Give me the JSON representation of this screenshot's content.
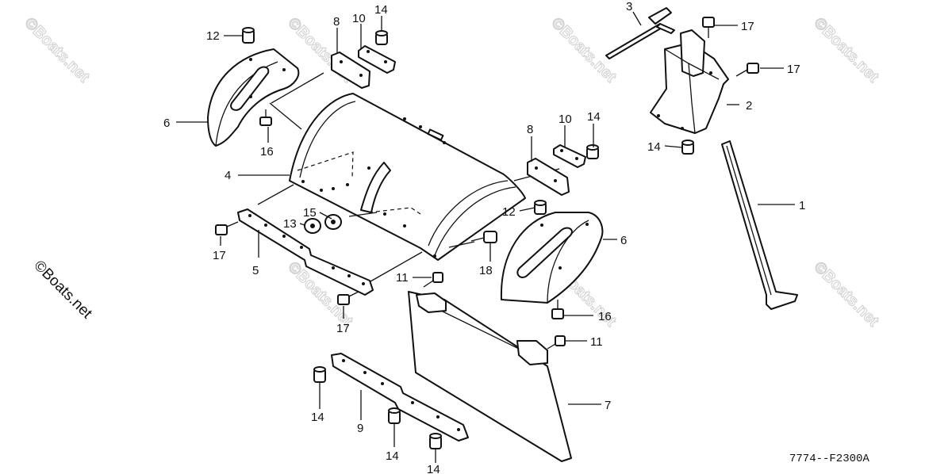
{
  "watermark_text": "©Boats.net",
  "side_watermark_text": "©Boats.net",
  "diagram_code": "7774--F2300A",
  "callouts": {
    "c1": "1",
    "c2": "2",
    "c3": "3",
    "c4": "4",
    "c5": "5",
    "c6a": "6",
    "c6b": "6",
    "c7": "7",
    "c8a": "8",
    "c8b": "8",
    "c9": "9",
    "c10a": "10",
    "c10b": "10",
    "c11a": "11",
    "c11b": "11",
    "c12a": "12",
    "c12b": "12",
    "c13": "13",
    "c14a": "14",
    "c14b": "14",
    "c14c": "14",
    "c14d": "14",
    "c14e": "14",
    "c14f": "14",
    "c15": "15",
    "c16a": "16",
    "c16b": "16",
    "c17a": "17",
    "c17b": "17",
    "c17c": "17",
    "c17d": "17",
    "c18": "18"
  }
}
